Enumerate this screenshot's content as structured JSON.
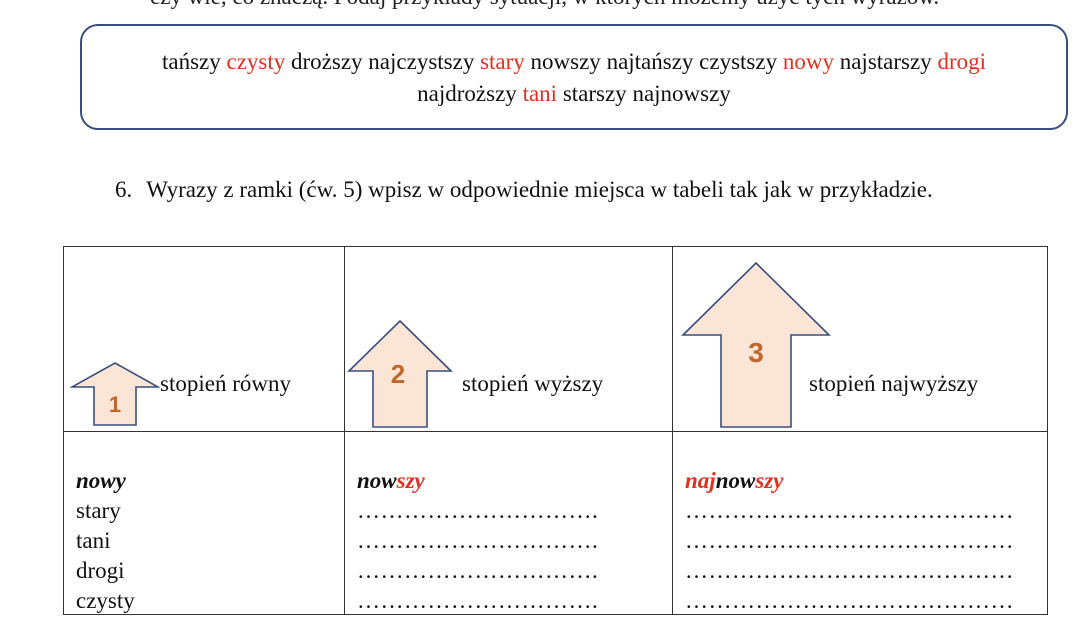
{
  "top_text": "czy wie, co znaczą. Podaj przykłady sytuacji, w których możemy użyć tych wyrazów.",
  "word_box": {
    "line1": [
      {
        "text": "tańszy",
        "red": false
      },
      {
        "text": "czysty",
        "red": true
      },
      {
        "text": "droższy",
        "red": false
      },
      {
        "text": "najczystszy",
        "red": false
      },
      {
        "text": "stary",
        "red": true
      },
      {
        "text": "nowszy",
        "red": false
      },
      {
        "text": "najtańszy",
        "red": false
      },
      {
        "text": "czystszy",
        "red": false
      },
      {
        "text": "nowy",
        "red": true
      },
      {
        "text": "najstarszy",
        "red": false
      },
      {
        "text": "drogi",
        "red": true
      }
    ],
    "line2": [
      {
        "text": "najdroższy",
        "red": false
      },
      {
        "text": "tani",
        "red": true
      },
      {
        "text": "starszy",
        "red": false
      },
      {
        "text": "najnowszy",
        "red": false
      }
    ]
  },
  "instruction": {
    "number": "6.",
    "text": "Wyrazy z ramki (ćw. 5) wpisz w odpowiednie miejsca w tabeli tak jak w przykładzie."
  },
  "table": {
    "headers": [
      {
        "number": "1",
        "label": "stopień równy"
      },
      {
        "number": "2",
        "label": "stopień wyższy"
      },
      {
        "number": "3",
        "label": "stopień najwyższy"
      }
    ],
    "col1": {
      "example": "nowy",
      "words": [
        "stary",
        "tani",
        "drogi",
        "czysty"
      ]
    },
    "col2": {
      "example": {
        "stem": "now",
        "suffix": "szy"
      },
      "blank": "…………………………."
    },
    "col3": {
      "example": {
        "prefix": "naj",
        "stem": "now",
        "suffix": "szy"
      },
      "blank": "……………………………………"
    }
  },
  "colors": {
    "red": "#e0301e",
    "arrow_fill": "#fbe5d6",
    "arrow_stroke": "#3a4e7e",
    "arrow_number": "#c0672c",
    "box_border": "#3a4e7e"
  }
}
